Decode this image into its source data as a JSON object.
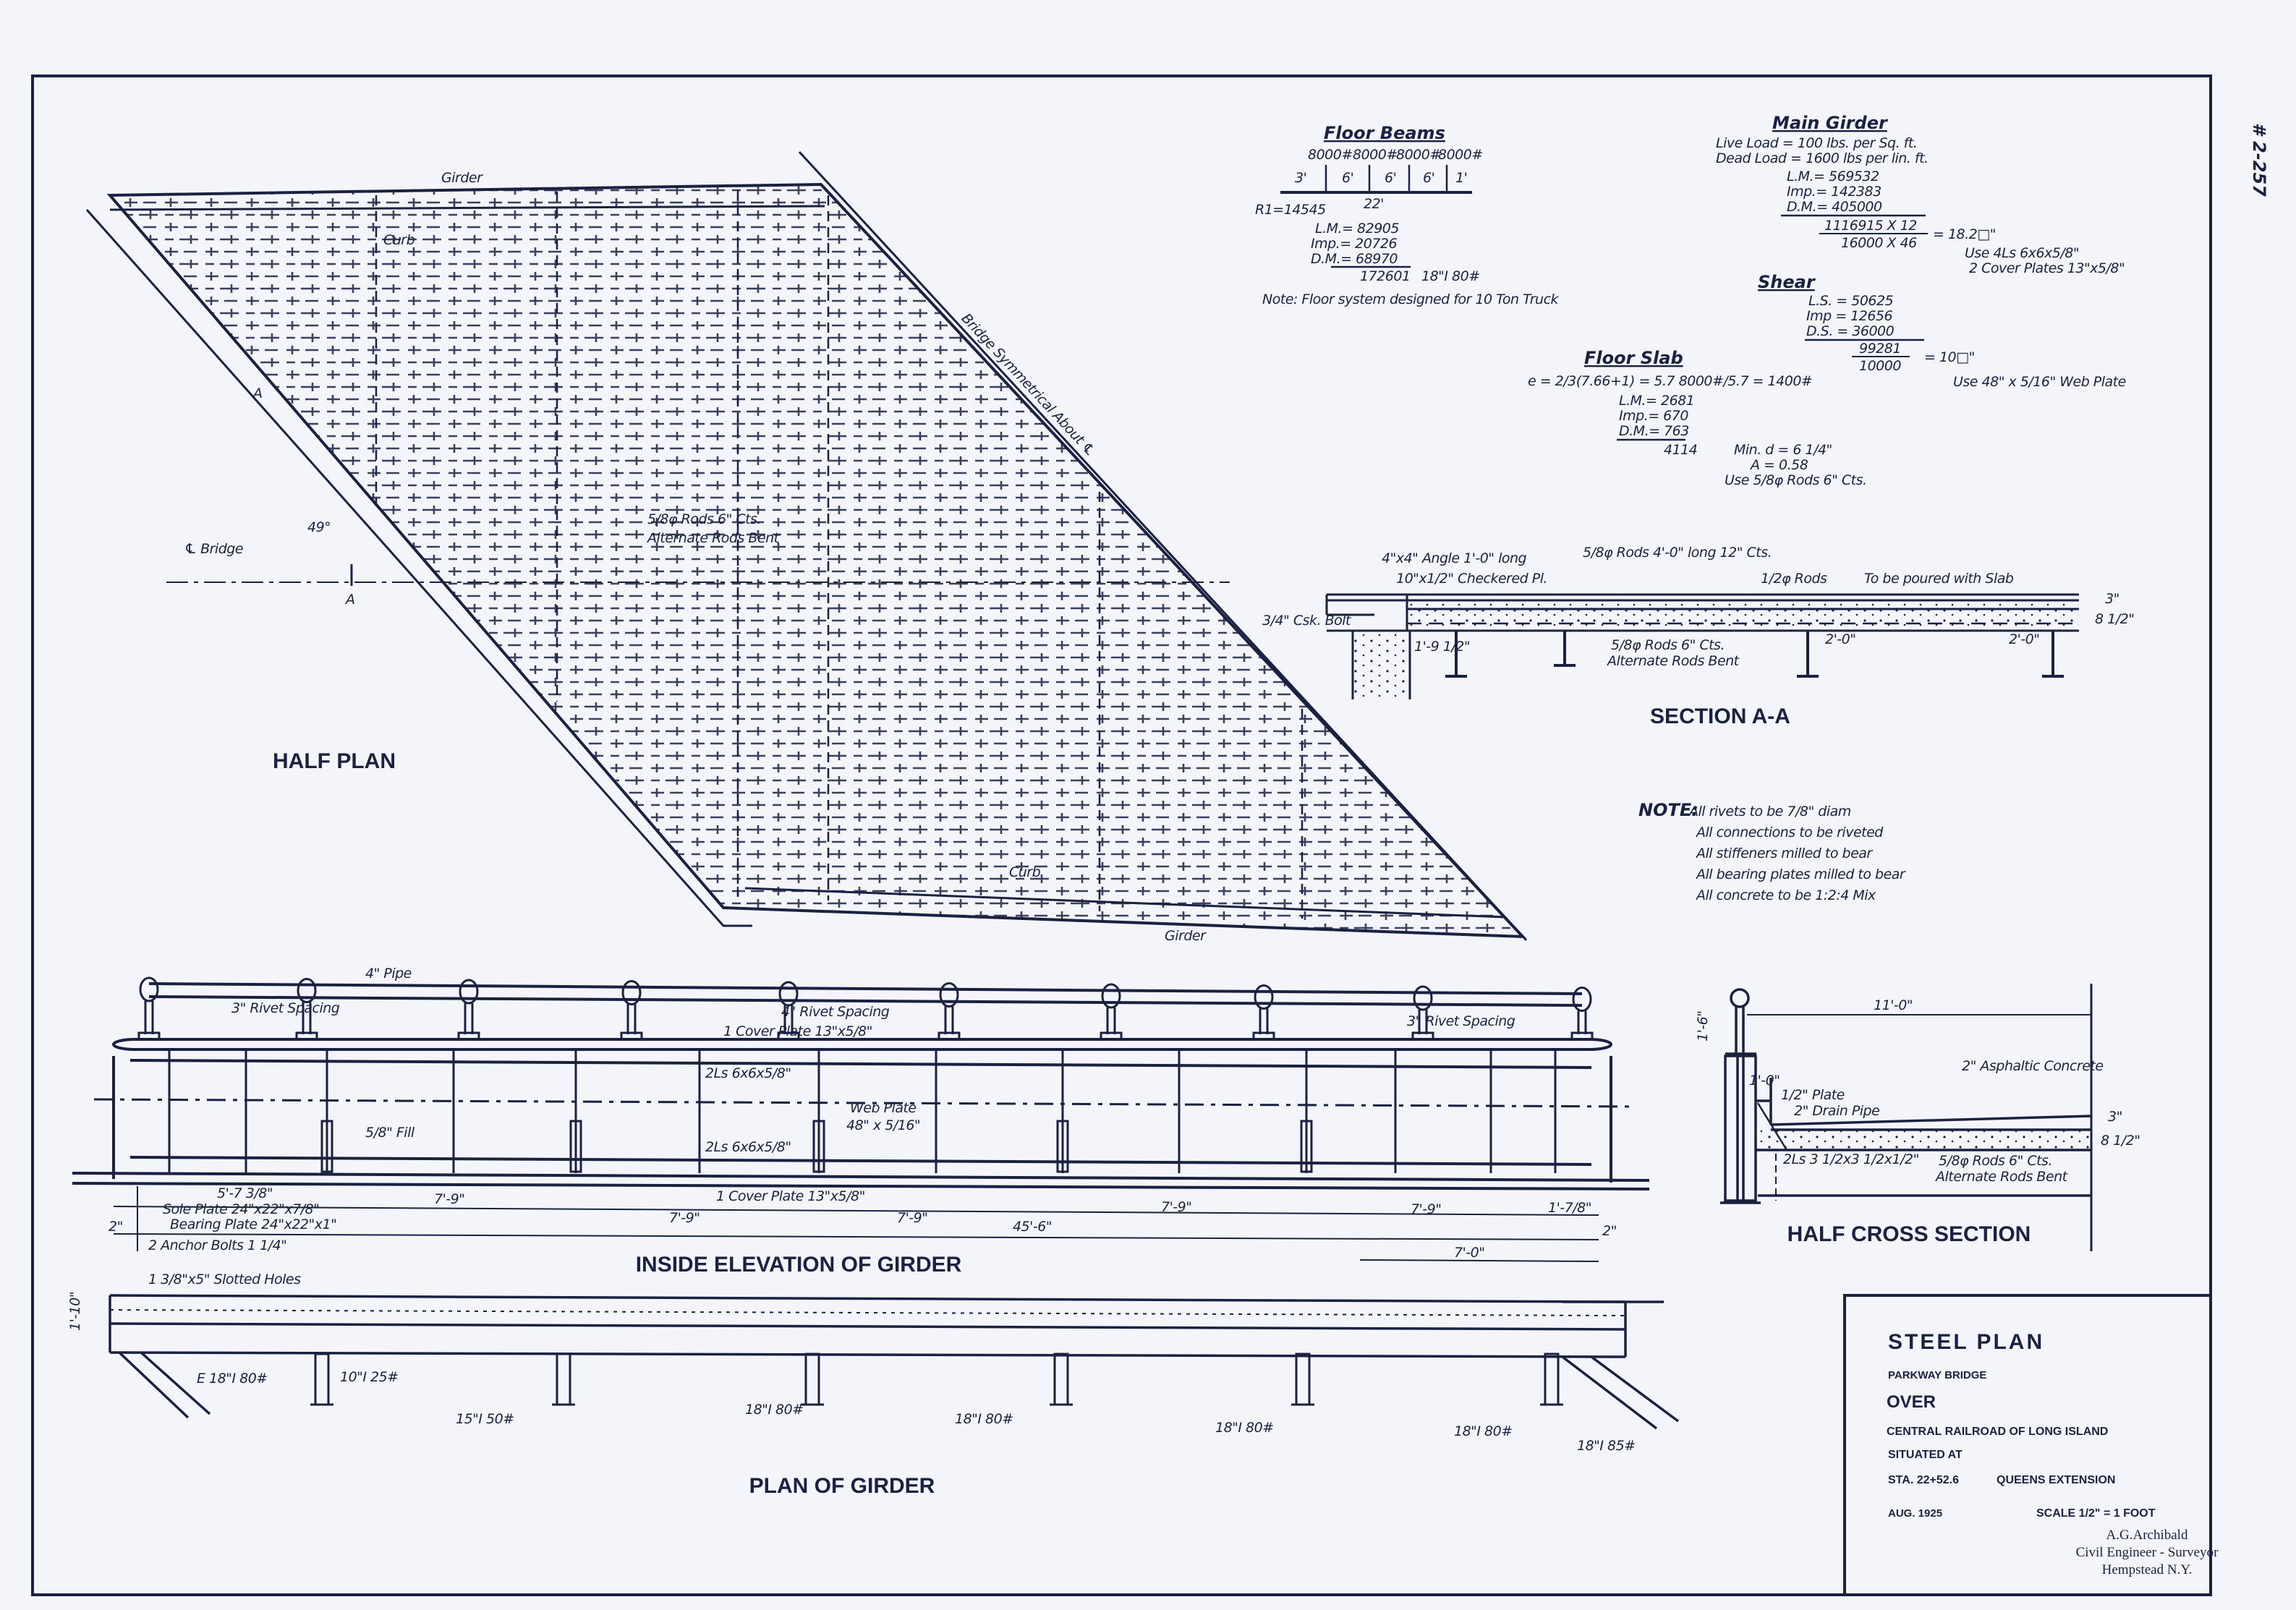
{
  "colors": {
    "paper": "#f3f5fa",
    "ink": "#1b2140"
  },
  "stamp": "# 2-257",
  "half_plan": {
    "title": "HALF PLAN",
    "girder_top": "Girder",
    "girder_bottom": "Girder",
    "curb_top": "Curb",
    "curb_bottom": "Curb",
    "symmetry": "Bridge Symmetrical About ℄",
    "cl_bridge": "℄ Bridge",
    "section_mark_a1": "A",
    "section_mark_a2": "A",
    "angle": "49°",
    "rods_1": "5/8φ Rods 6\" Cts.",
    "rods_2": "Alternate Rods Bent"
  },
  "floor_beams": {
    "title": "Floor Beams",
    "loads": [
      "8000#",
      "8000#",
      "8000#",
      "8000#"
    ],
    "spacings": [
      "3'",
      "6'",
      "6'",
      "6'",
      "1'"
    ],
    "span": "22'",
    "reaction": "R1=14545",
    "lm": "L.M.= 82905",
    "imp": "Imp.= 20726",
    "dm": "D.M.= 68970",
    "total": "172601",
    "beam": "18\"I 80#",
    "note": "Note: Floor system designed for 10 Ton Truck"
  },
  "main_girder": {
    "title": "Main Girder",
    "live_load": "Live Load = 100 lbs. per Sq. ft.",
    "dead_load": "Dead Load = 1600 lbs per lin. ft.",
    "lm": "L.M.= 569532",
    "imp": "Imp.= 142383",
    "dm": "D.M.= 405000",
    "numerator": "1116915 X 12",
    "denominator": "16000 X 46",
    "result": "= 18.2□\"",
    "use_1": "Use 4Ls 6x6x5/8\"",
    "use_2": "2 Cover Plates 13\"x5/8\""
  },
  "shear": {
    "title": "Shear",
    "ls": "L.S. = 50625",
    "imp": "Imp = 12656",
    "ds": "D.S. = 36000",
    "numerator": "99281",
    "denominator": "10000",
    "result": "= 10□\"",
    "use": "Use 48\" x 5/16\" Web Plate"
  },
  "floor_slab": {
    "title": "Floor Slab",
    "formula": "e = 2/3(7.66+1) = 5.7   8000#/5.7 = 1400#",
    "lm": "L.M.= 2681",
    "imp": "Imp.= 670",
    "dm": "D.M.= 763",
    "total": "4114",
    "min_d": "Min. d = 6 1/4\"",
    "area": "A = 0.58",
    "use": "Use 5/8φ Rods 6\" Cts."
  },
  "section_aa": {
    "title": "SECTION A-A",
    "angle": "4\"x4\" Angle 1'-0\" long",
    "checkered": "10\"x1/2\" Checkered Pl.",
    "rods_top": "5/8φ Rods 4'-0\" long 12\" Cts.",
    "rods_half": "1/2φ Rods",
    "poured": "To be poured with Slab",
    "bolt": "3/4\" Csk. Bolt",
    "dim_edge": "1'-9 1/2\"",
    "rods_bottom": "5/8φ Rods 6\" Cts.",
    "rods_bent": "Alternate Rods Bent",
    "dim_a": "2'-0\"",
    "dim_b": "2'-0\"",
    "dim_thick": "8 1/2\"",
    "dim_top": "3\""
  },
  "notes": {
    "heading": "NOTE:",
    "items": [
      "All rivets to be 7/8\" diam",
      "All connections to be riveted",
      "All stiffeners milled to bear",
      "All bearing plates milled to bear",
      "All concrete to be 1:2:4 Mix"
    ]
  },
  "elevation": {
    "title": "INSIDE ELEVATION OF GIRDER",
    "pipe": "4\" Pipe",
    "rivet_left": "3\" Rivet Spacing",
    "rivet_mid": "4\" Rivet Spacing",
    "rivet_right": "3\" Rivet Spacing",
    "cover_top": "1 Cover Plate 13\"x5/8\"",
    "angles_top": "2Ls 6x6x5/8\"",
    "web_1": "Web Plate",
    "web_2": "48\" x 5/16\"",
    "fill": "5/8\" Fill",
    "angles_bottom": "2Ls 6x6x5/8\"",
    "cover_bottom": "1 Cover Plate 13\"x5/8\"",
    "dim_end": "5'-7 3/8\"",
    "panels": [
      "7'-9\"",
      "7'-9\"",
      "7'-9\"",
      "7'-9\"",
      "7'-9\""
    ],
    "dim_right": "1'-7/8\"",
    "sole": "Sole Plate 24\"x22\"x7/8\"",
    "bearing": "Bearing Plate 24\"x22\"x1\"",
    "dim_2l": "2\"",
    "dim_2r": "2\"",
    "overall": "45'-6\"",
    "anchor": "2 Anchor Bolts 1 1/4\"",
    "dim_7": "7'-0\""
  },
  "half_cross": {
    "title": "HALF CROSS SECTION",
    "width": "11'-0\"",
    "post": "1'-6\"",
    "curb": "1'-0\"",
    "asphalt": "2\" Asphaltic Concrete",
    "plate": "1/2\" Plate",
    "drain": "2\" Drain Pipe",
    "dim_3": "3\"",
    "dim_8": "8 1/2\"",
    "angles": "2Ls 3 1/2x3 1/2x1/2\"",
    "rods": "5/8φ Rods 6\" Cts.",
    "rods_bent": "Alternate Rods Bent"
  },
  "plan_girder": {
    "title": "PLAN OF GIRDER",
    "slotted": "1 3/8\"x5\" Slotted Holes",
    "width": "1'-10\"",
    "beams": [
      "E 18\"I 80#",
      "10\"I 25#",
      "15\"I 50#",
      "18\"I 80#",
      "18\"I 80#",
      "18\"I 80#",
      "18\"I 80#",
      "18\"I 85#"
    ]
  },
  "title_block": {
    "title": "STEEL PLAN",
    "project": "PARKWAY BRIDGE",
    "over": "OVER",
    "railroad": "CENTRAL RAILROAD OF LONG ISLAND",
    "situated": "SITUATED AT",
    "station": "STA. 22+52.6",
    "extension": "QUEENS EXTENSION",
    "date": "AUG. 1925",
    "scale": "SCALE 1/2\" = 1 FOOT",
    "engineer": "A.G.Archibald",
    "engineer_title": "Civil Engineer - Surveyor",
    "engineer_city": "Hempstead N.Y."
  }
}
